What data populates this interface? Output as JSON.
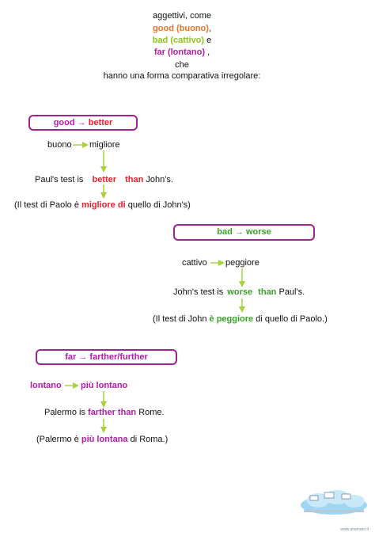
{
  "intro": {
    "line1": "aggettivi, come",
    "good": "good  (buono)",
    "good_sep": ",",
    "bad": "bad  (cattivo)",
    "bad_sep": " e",
    "far": "far  (lontano)",
    "far_sep": " ,",
    "line5": "che",
    "line6": "hanno una forma comparativa irregolare:"
  },
  "good_section": {
    "pill_word": "good",
    "pill_arrow": "→",
    "pill_result": "better",
    "it_word": "buono",
    "it_comp": "migliore",
    "sentence_pre": "Paul's test is ",
    "sentence_key1": "better",
    "sentence_key2": "than",
    "sentence_post": " John's.",
    "trans_pre": "(Il test di Paolo è ",
    "trans_key1": "migliore",
    "trans_key2": "di",
    "trans_post": " quello di John's)"
  },
  "bad_section": {
    "pill_word": "bad",
    "pill_arrow": "→",
    "pill_result": "worse",
    "it_word": "cattivo",
    "it_comp": "peggiore",
    "sentence_pre": "John's test is ",
    "sentence_key1": "worse",
    "sentence_key2": "than",
    "sentence_post": " Paul's.",
    "trans_pre": "(Il test di John ",
    "trans_key": "è peggiore",
    "trans_post": " di quello di Paolo.)"
  },
  "far_section": {
    "pill_word": "far",
    "pill_arrow": "→",
    "pill_result": "farther/further",
    "it_word": "lontano",
    "it_comp": "più  lontano",
    "sentence_pre": "Palermo is ",
    "sentence_key": "farther than",
    "sentence_post": " Rome.",
    "trans_pre": "(Palermo è ",
    "trans_key": "più lontana",
    "trans_post": " di Roma.)"
  },
  "logo": {
    "text": "www.anamaro.it"
  },
  "colors": {
    "pill_border": "#a0218f",
    "arrow": "#a6d23c",
    "orange": "#e8742a",
    "lime": "#8dc21f",
    "purple": "#b41ba8",
    "red": "#e4222c",
    "green": "#3aa129"
  }
}
